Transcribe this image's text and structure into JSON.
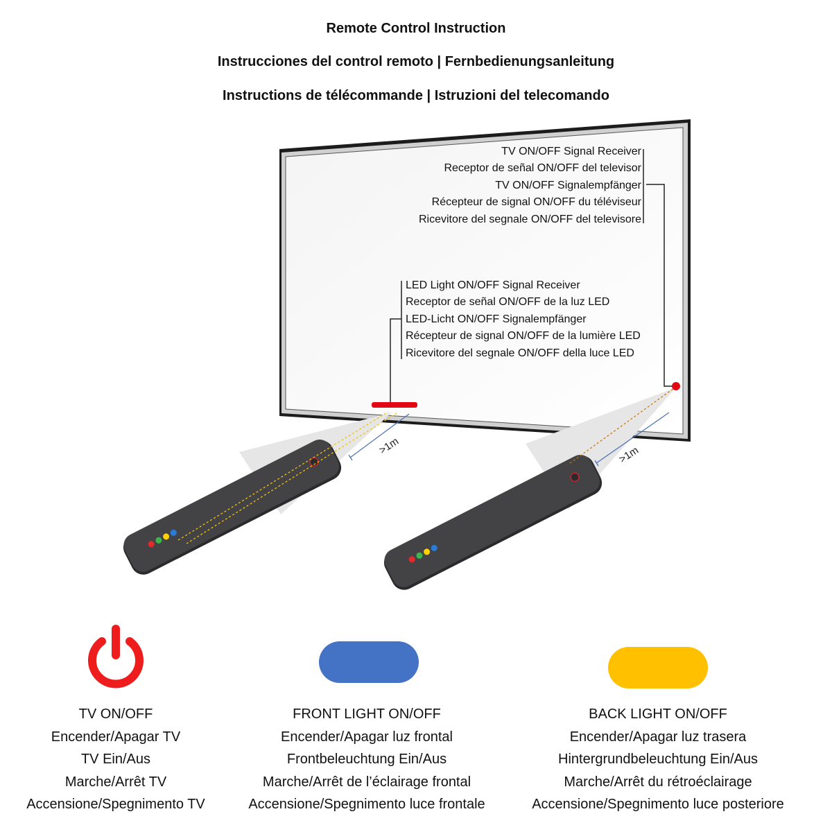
{
  "titles": [
    "Remote Control Instruction",
    "Instrucciones del control remoto | Fernbedienungsanleitung",
    "Instructions de télécommande | Istruzioni del telecomando"
  ],
  "tv_receiver_label": [
    "TV ON/OFF Signal Receiver",
    "Receptor de señal ON/OFF del televisor",
    "TV ON/OFF Signalempfänger",
    "Récepteur de signal ON/OFF du téléviseur",
    "Ricevitore del segnale ON/OFF del televisore"
  ],
  "led_receiver_label": [
    "LED Light ON/OFF Signal Receiver",
    "Receptor de señal ON/OFF de la luz LED",
    "LED-Licht ON/OFF Signalempfänger",
    "Récepteur de signal ON/OFF de la lumière LED",
    "Ricevitore del segnale ON/OFF della luce LED"
  ],
  "distance_label": ">1m",
  "legend": {
    "tv": [
      "TV ON/OFF",
      "Encender/Apagar TV",
      "TV Ein/Aus",
      "Marche/Arrêt TV",
      "Accensione/Spegnimento TV"
    ],
    "front": [
      "FRONT LIGHT ON/OFF",
      "Encender/Apagar luz frontal",
      "Frontbeleuchtung Ein/Aus",
      "Marche/Arrêt de l’éclairage frontal",
      "Accensione/Spegnimento luce frontale"
    ],
    "back": [
      "BACK LIGHT ON/OFF",
      "Encender/Apagar luz trasera",
      "Hintergrundbeleuchtung Ein/Aus",
      "Marche/Arrêt du rétroéclairage",
      "Accensione/Spegnimento luce posteriore"
    ]
  },
  "icons": {
    "power": "power-icon",
    "front": "blue-button-icon",
    "back": "yellow-button-icon"
  },
  "colors": {
    "power_red": "#ee1c1c",
    "front_blue": "#4472c4",
    "back_yellow": "#ffc000",
    "remote_body": "#3a3a3c",
    "button_green": "#3bb54a"
  }
}
